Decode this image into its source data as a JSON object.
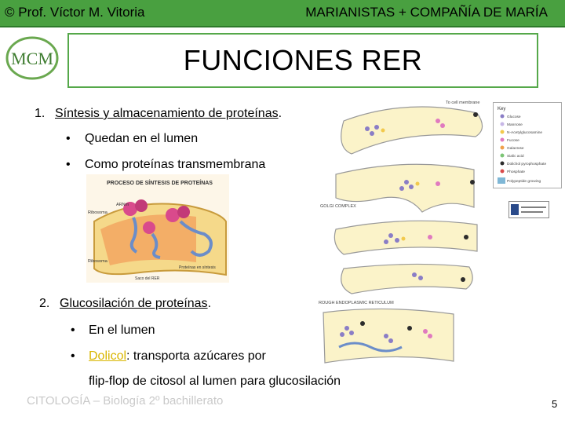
{
  "header": {
    "left": "© Prof. Víctor M. Vitoria",
    "right": "MARIANISTAS + COMPAÑÍA DE MARÍA"
  },
  "logo": {
    "text": "MCM"
  },
  "title": "FUNCIONES RER",
  "content": {
    "item1_num": "1.",
    "item1_label": "Síntesis y almacenamiento de proteínas",
    "item1_tail": ".",
    "bullet": "•",
    "item1_bullets": [
      "Quedan en el lumen",
      "Como proteínas transmembrana"
    ],
    "item2_num": "2.",
    "item2_label": "Glucosilación de proteínas",
    "item2_tail": ".",
    "item2_b1": "En el lumen",
    "item2_b2_highlight": "Dolicol",
    "item2_b2_rest": ": transporta azúcares por",
    "item2_b2_cont": "flip-flop de citosol al lumen para glucosilación"
  },
  "figure_protein": {
    "title": "PROCESO DE SÍNTESIS DE PROTEÍNAS",
    "labels": [
      "Ribosoma",
      "ARNm",
      "Ribosoma",
      "Proteínas en síntesis",
      "Saco del RER"
    ]
  },
  "figure_golgi": {
    "top_label": "To cell membrane",
    "side_label": "GOLGI COMPLEX",
    "key_title": "Key",
    "key_items": [
      "Glucose",
      "Mannose",
      "N-Acetylglucosamine",
      "Fucose",
      "Galactose",
      "Sialic acid",
      "Dolichol pyrophosphate",
      "Phosphate",
      "Polypeptide growing"
    ]
  },
  "figure_rer": {
    "title": "ROUGH ENDOPLASMIC RETICULUM"
  },
  "footer": {
    "left": "CITOLOGÍA – Biología 2º bachillerato",
    "page": "5"
  },
  "colors": {
    "header_bg": "#49a040",
    "title_border": "#55a84a",
    "highlight": "#d9b600",
    "footer_text": "#c9c9c9"
  }
}
